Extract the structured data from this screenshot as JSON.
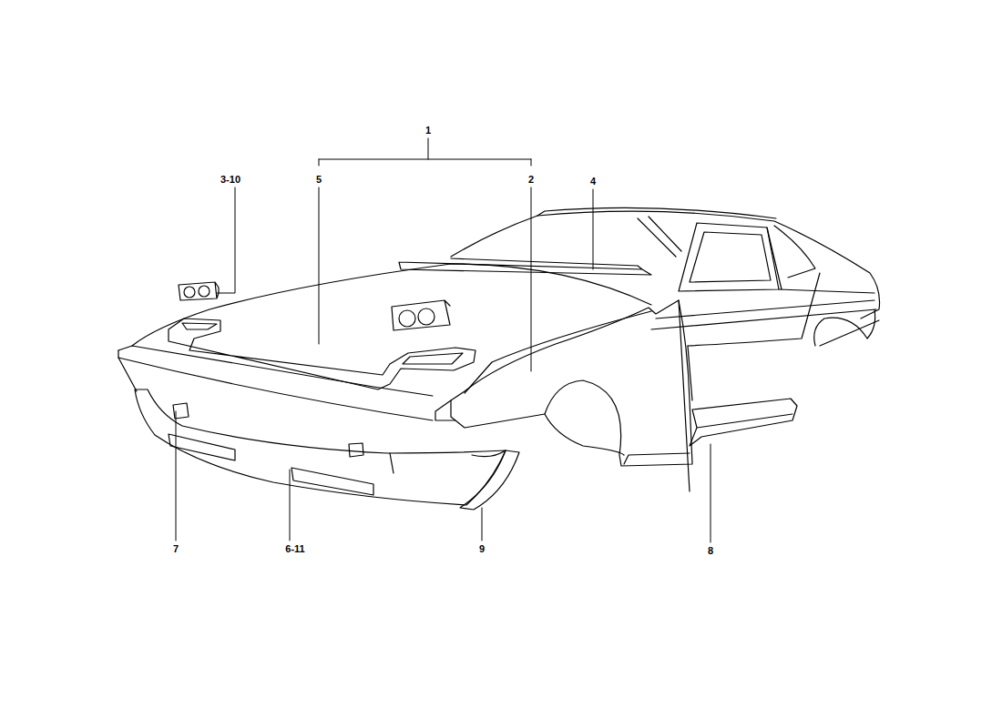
{
  "diagram": {
    "labels": [
      "1",
      "3-10",
      "5",
      "2",
      "4",
      "7",
      "6-11",
      "9",
      "8"
    ]
  }
}
